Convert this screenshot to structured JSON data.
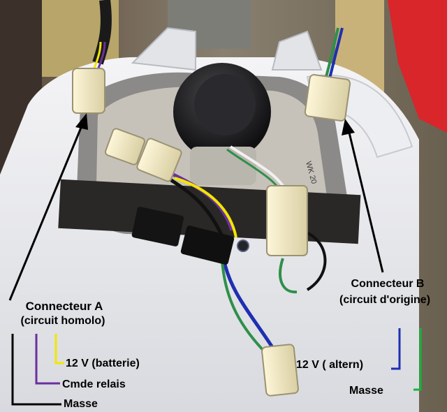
{
  "labels": {
    "connector_a_title": "Connecteur A",
    "connector_a_subtitle": "(circuit homolo)",
    "connector_b_title": "Connecteur B",
    "connector_b_subtitle": "(circuit d'origine)",
    "wire_12v_batterie": "12 V (batterie)",
    "wire_cmde_relais": "Cmde relais",
    "wire_masse_a": "Masse",
    "wire_12v_altern": "12 V ( altern)",
    "wire_masse_b": "Masse"
  },
  "part_marking": "WK 20",
  "wire_colors": {
    "batterie": "#f2e600",
    "cmde_relais": "#6b2fa0",
    "masse_a": "#000000",
    "altern": "#1f2fb0",
    "masse_b": "#15b53c"
  }
}
